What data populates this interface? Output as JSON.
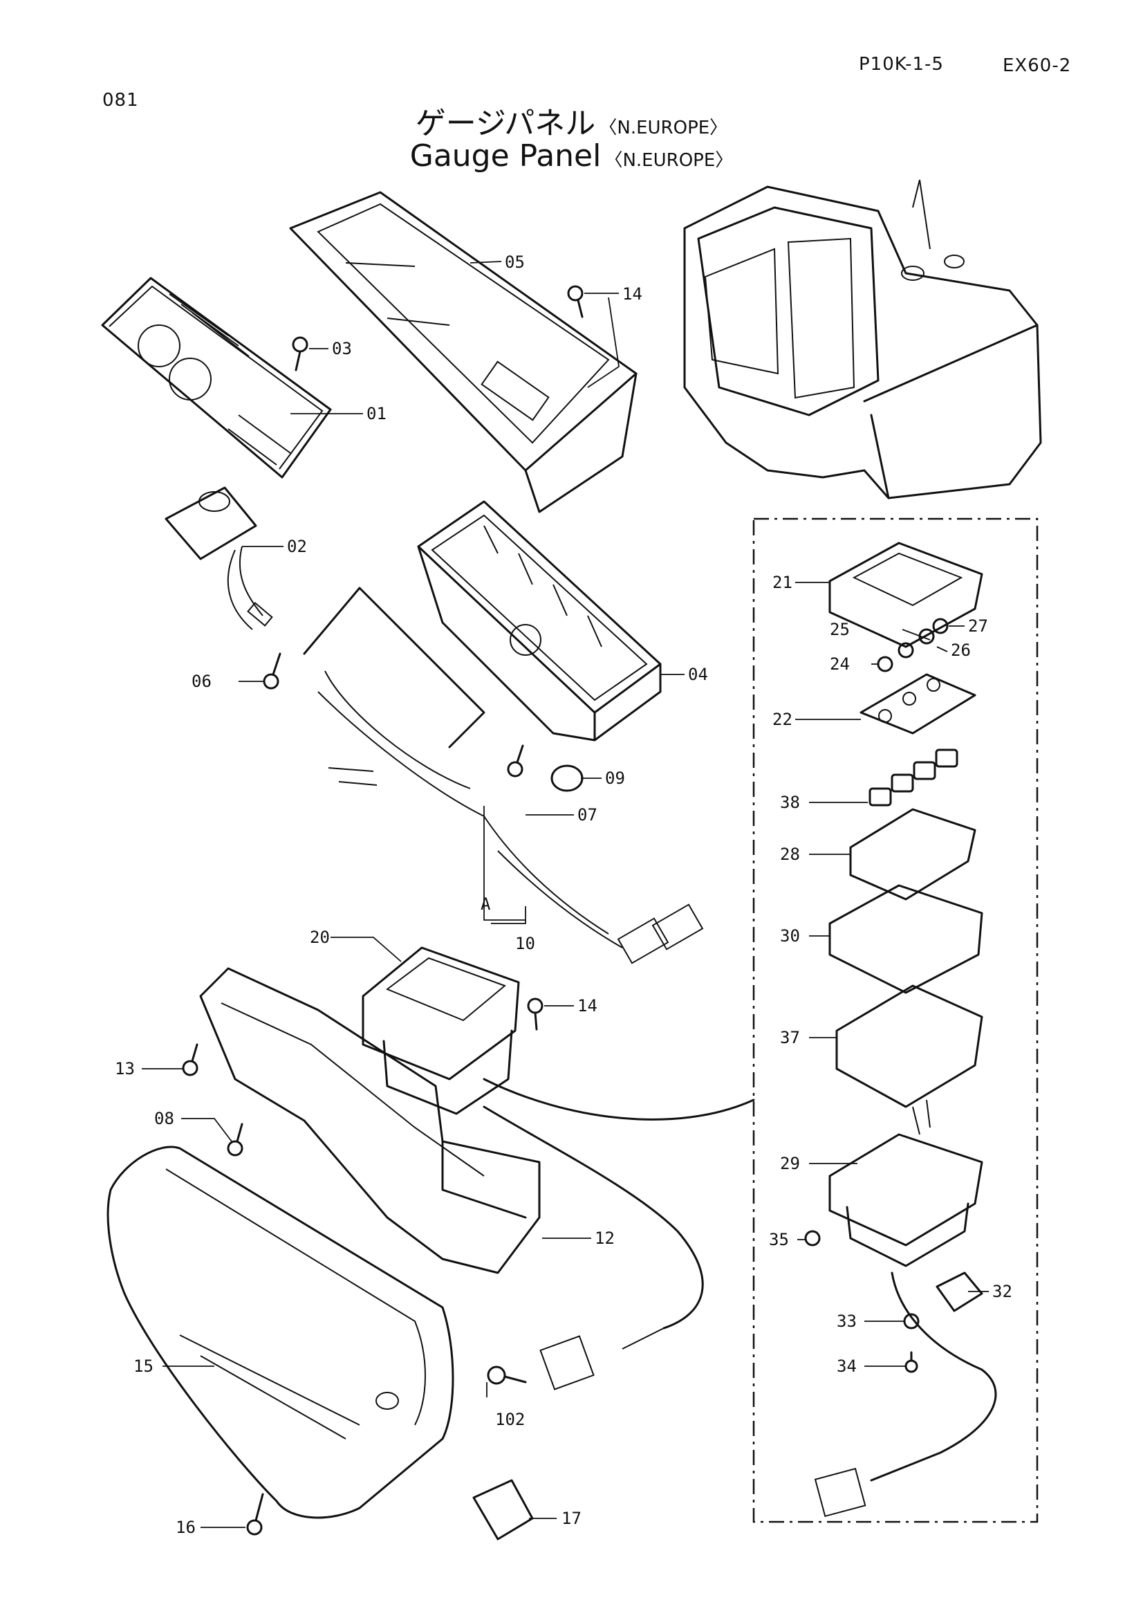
{
  "header": {
    "page_code": "P10K-1-5",
    "model": "EX60-2",
    "sheet_number": "081"
  },
  "title": {
    "japanese": "ゲージパネル",
    "english": "Gauge Panel",
    "region": "〈N.EUROPE〉"
  },
  "callouts": {
    "p01": "01",
    "p02": "02",
    "p03": "03",
    "p04": "04",
    "p05": "05",
    "p06": "06",
    "p07": "07",
    "p08": "08",
    "p09": "09",
    "p10": "10",
    "p12": "12",
    "p13": "13",
    "p14a": "14",
    "p14b": "14",
    "p15": "15",
    "p16": "16",
    "p17": "17",
    "p20": "20",
    "p21": "21",
    "p22": "22",
    "p24": "24",
    "p25": "25",
    "p26": "26",
    "p27": "27",
    "p28": "28",
    "p29": "29",
    "p30": "30",
    "p32": "32",
    "p33": "33",
    "p34": "34",
    "p35": "35",
    "p37": "37",
    "p38": "38",
    "p102": "102",
    "ref_a": "A"
  }
}
